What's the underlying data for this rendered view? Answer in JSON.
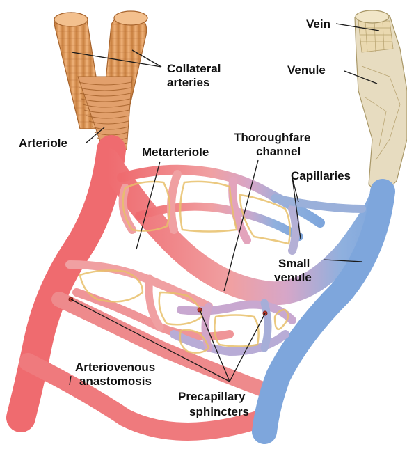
{
  "labels": {
    "collateral_arteries": [
      "Collateral",
      "arteries"
    ],
    "vein": "Vein",
    "venule": "Venule",
    "arteriole": "Arteriole",
    "metarteriole": "Metarteriole",
    "thoroughfare_channel": [
      "Thoroughfare",
      "channel"
    ],
    "capillaries": "Capillaries",
    "small_venule": [
      "Small",
      "venule"
    ],
    "arteriovenous_anastomosis": [
      "Arteriovenous",
      "anastomosis"
    ],
    "precapillary_sphincters": [
      "Precapillary",
      "sphincters"
    ]
  },
  "colors": {
    "artery_tan": "#dc9a5e",
    "artery_dark": "#b8723c",
    "arterial_red": "#ef6b6f",
    "arterial_light": "#f2a3a3",
    "mixed_pink": "#d9a3c6",
    "venous_blue": "#7ea6dc",
    "vein_beige": "#e7dcc0",
    "wall_yellow": "#e8c06a"
  }
}
